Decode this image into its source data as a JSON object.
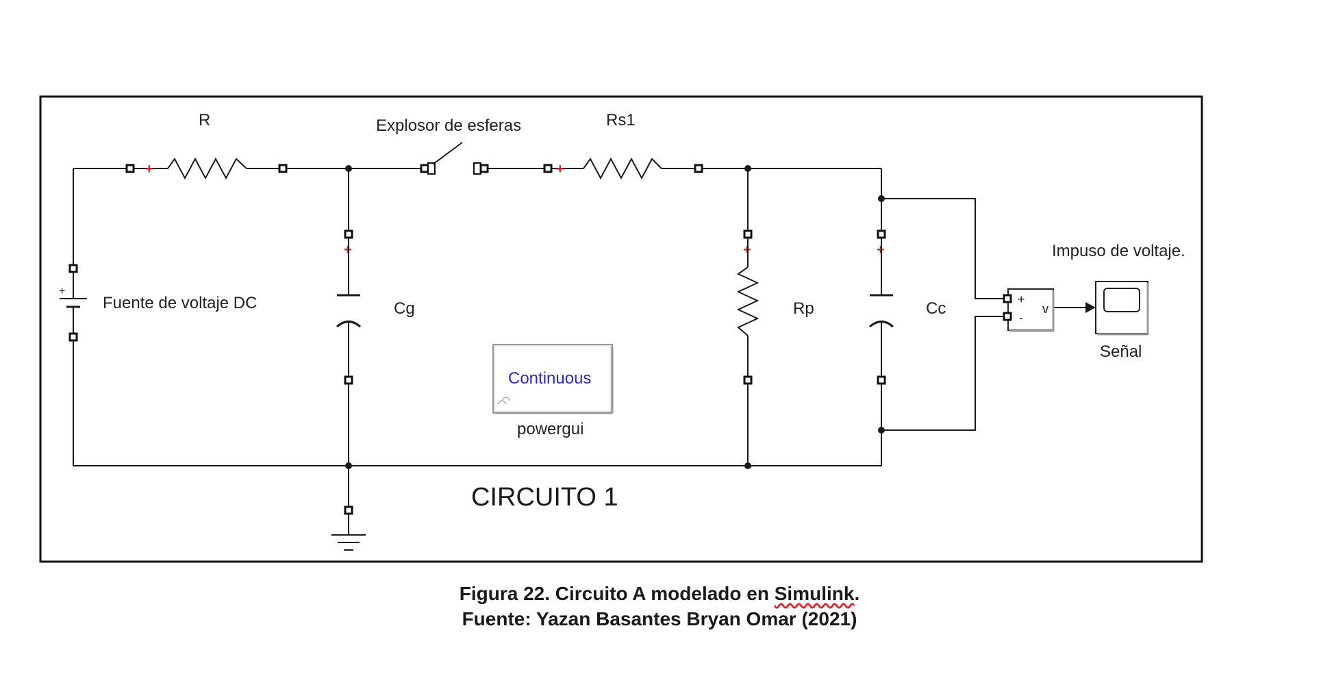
{
  "labels": {
    "resistor_r": "R",
    "spark_gap": "Explosor de esferas",
    "resistor_rs1": "Rs1",
    "dc_source": "Fuente de voltaje DC",
    "cap_cg": "Cg",
    "resistor_rp": "Rp",
    "cap_cc": "Cc",
    "impulse": "Impuso de voltaje.",
    "scope": "Señal",
    "powergui_block": "Continuous",
    "powergui": "powergui",
    "circuit_title": "CIRCUITO 1",
    "vm_plus": "+",
    "vm_minus": "-",
    "vm_v": "v",
    "src_plus": "+"
  },
  "caption": {
    "line1_pre": "Figura 22. Circuito A modelado en ",
    "line1_word": "Simulink",
    "line1_post": ".",
    "line2": "Fuente: Yazan Basantes Bryan Omar (2021)"
  },
  "colors": {
    "wire": "#1a1a1a",
    "plus_marker": "#d02020",
    "block_text": "#2a2ac8"
  }
}
